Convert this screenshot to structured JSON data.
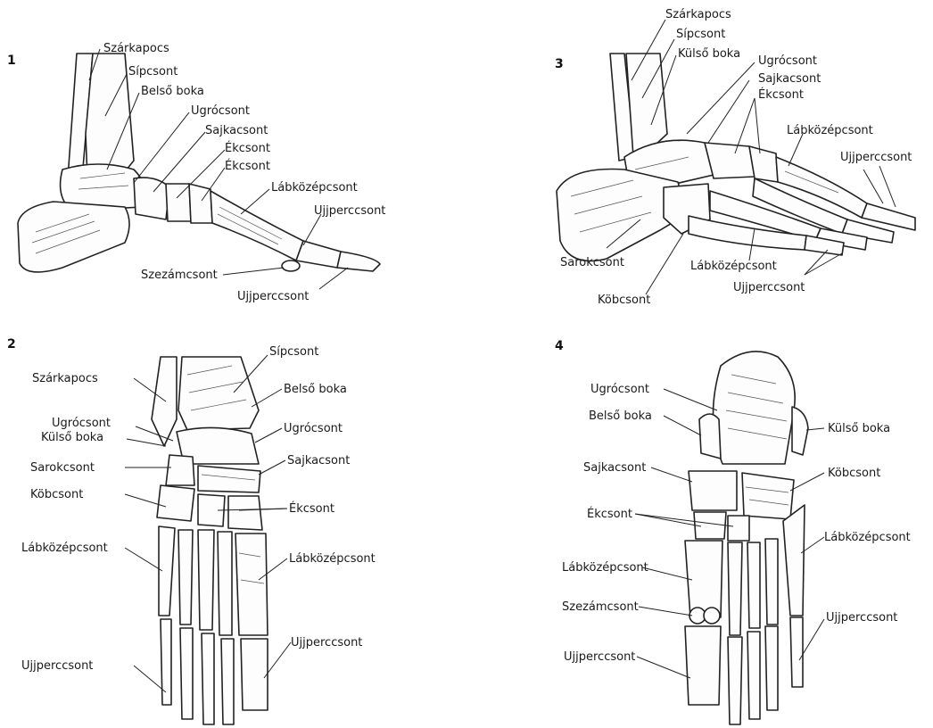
{
  "panels": [
    {
      "number": "1",
      "labels": [
        "Szárkapocs",
        "Sípcsont",
        "Belső boka",
        "Ugrócsont",
        "Sajkacsont",
        "Ékcsont",
        "Ékcsont",
        "Lábközépcsont",
        "Ujjperccsont",
        "Szezámcsont",
        "Ujjperccsont"
      ]
    },
    {
      "number": "2",
      "labels": [
        "Sípcsont",
        "Szárkapocs",
        "Belső boka",
        "Ugrócsont",
        "Külső boka",
        "Ugrócsont",
        "Sajkacsont",
        "Sarokcsont",
        "Köbcsont",
        "Ékcsont",
        "Lábközépcsont",
        "Lábközépcsont",
        "Ujjperccsont",
        "Ujjperccsont"
      ]
    },
    {
      "number": "3",
      "labels": [
        "Szárkapocs",
        "Sípcsont",
        "Külső boka",
        "Ugrócsont",
        "Sajkacsont",
        "Ékcsont",
        "Lábközépcsont",
        "Ujjperccsont",
        "Sarokcsont",
        "Lábközépcsont",
        "Ujjperccsont",
        "Köbcsont"
      ]
    },
    {
      "number": "4",
      "labels": [
        "Ugrócsont",
        "Belső boka",
        "Külső boka",
        "Sajkacsont",
        "Köbcsont",
        "Ékcsont",
        "Lábközépcsont",
        "Lábközépcsont",
        "Szezámcsont",
        "Ujjperccsont",
        "Ujjperccsont"
      ]
    }
  ],
  "colors": {
    "ink": "#1a1a1a",
    "paper": "#ffffff"
  }
}
